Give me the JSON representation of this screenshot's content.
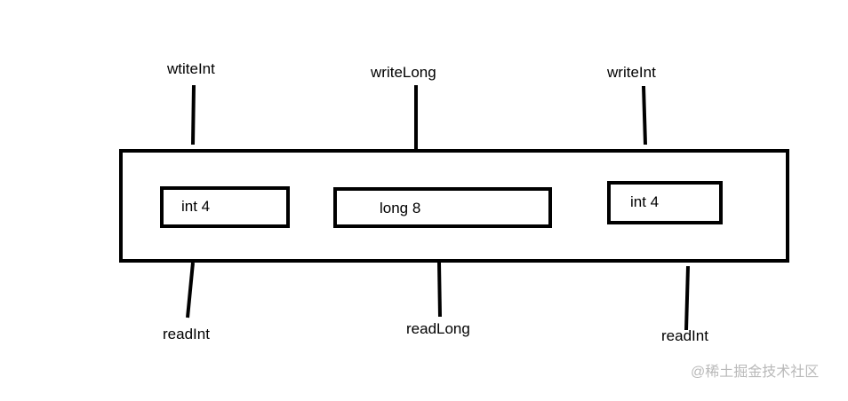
{
  "diagram": {
    "top_labels": {
      "left": "wtiteInt",
      "middle": "writeLong",
      "right": "writeInt"
    },
    "bottom_labels": {
      "left": "readInt",
      "middle": "readLong",
      "right": "readInt"
    },
    "fields": {
      "left": "int 4",
      "middle": "long 8",
      "right": "int 4"
    }
  },
  "watermark": "@稀土掘金技术社区",
  "colors": {
    "stroke": "#000000",
    "background": "#ffffff",
    "watermark": "#b9b9b9"
  }
}
